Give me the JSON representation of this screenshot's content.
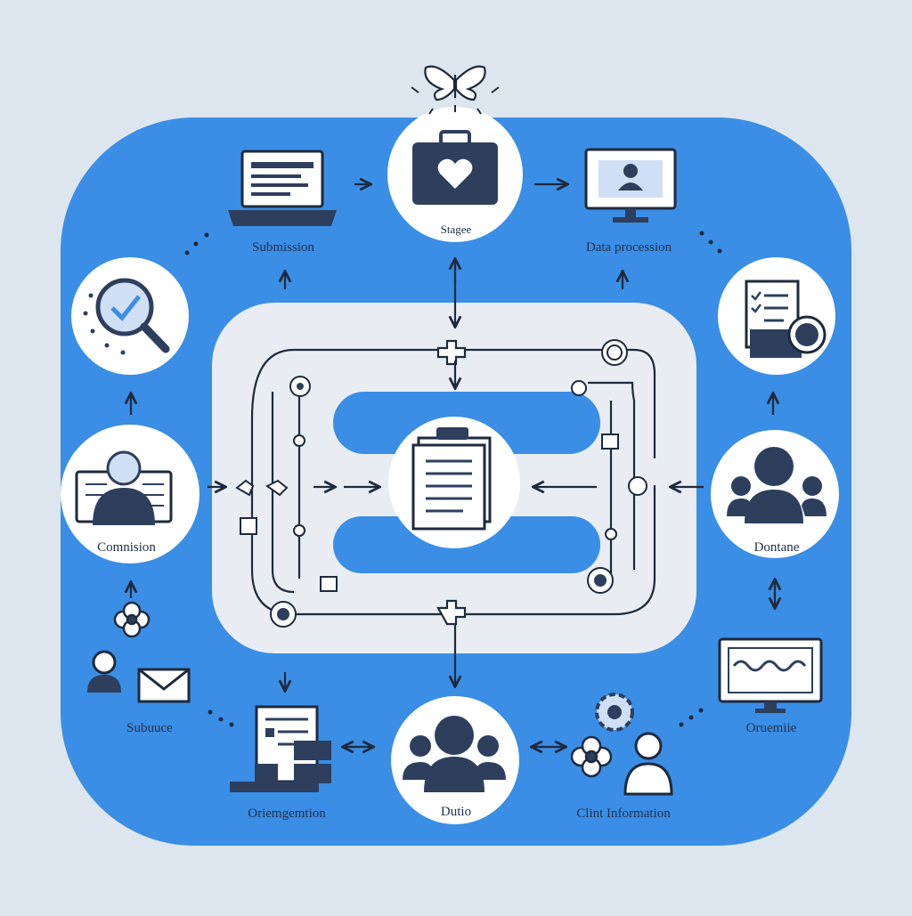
{
  "colors": {
    "background": "#dde6ee",
    "outer_band": "#3a8ee6",
    "inner_panel": "#e9edf3",
    "node_fill": "#ffffff",
    "icon_dark": "#2e3f5e",
    "icon_light": "#cfdff5",
    "line": "#1e2a3c"
  },
  "nodes": {
    "top_center": {
      "label": "Stagee",
      "icon": "briefcase-heart-icon"
    },
    "top_left": {
      "label": "Submission",
      "icon": "laptop-icon"
    },
    "top_right": {
      "label": "Data procession",
      "icon": "monitor-user-icon"
    },
    "left_upper": {
      "label": "",
      "icon": "magnifier-check-icon"
    },
    "left_middle": {
      "label": "Comnision",
      "icon": "user-card-icon"
    },
    "right_upper": {
      "label": "",
      "icon": "checklist-icon"
    },
    "right_middle": {
      "label": "Dontane",
      "icon": "user-group-icon"
    },
    "bottom_left_a": {
      "label": "Subuuce",
      "icon": "user-envelope-icon"
    },
    "bottom_left_b": {
      "label": "Oriemgemtion",
      "icon": "documents-icon"
    },
    "bottom_center": {
      "label": "Dutio",
      "icon": "user-group-icon"
    },
    "bottom_right_a": {
      "label": "Clint Information",
      "icon": "gear-user-icon"
    },
    "bottom_right_b": {
      "label": "Oruemiie",
      "icon": "monitor-wave-icon"
    },
    "center": {
      "label": "",
      "icon": "clipboard-icon"
    },
    "top_badge": {
      "label": "",
      "icon": "butterfly-icon"
    }
  }
}
